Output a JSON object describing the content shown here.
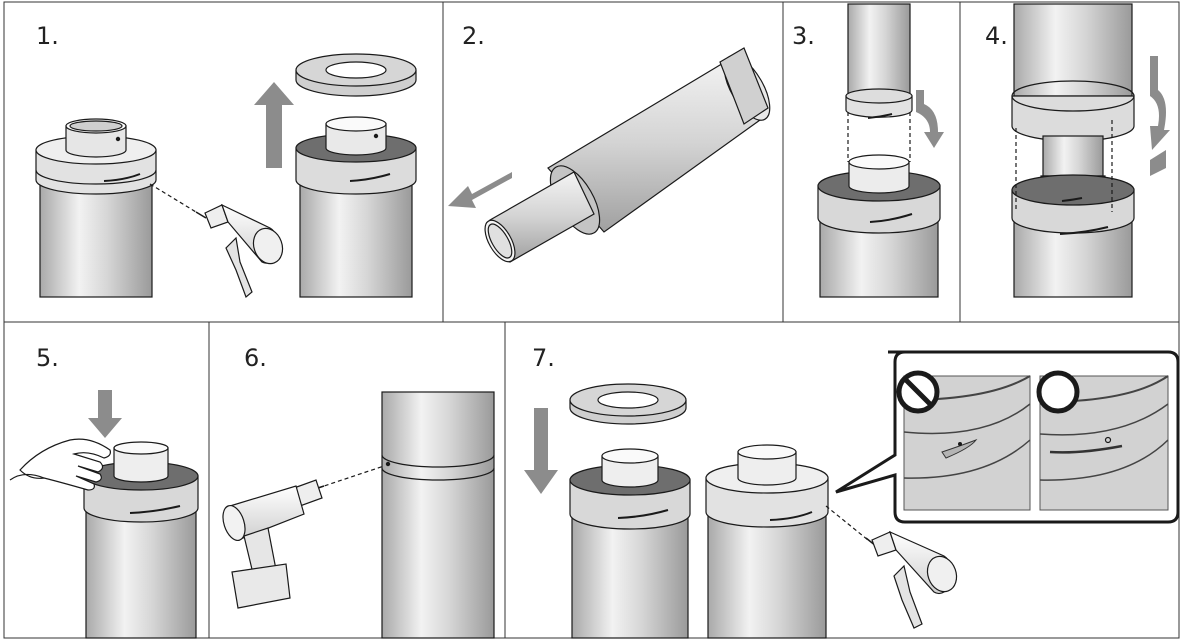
{
  "steps": [
    {
      "number": "1."
    },
    {
      "number": "2."
    },
    {
      "number": "3."
    },
    {
      "number": "4."
    },
    {
      "number": "5."
    },
    {
      "number": "6."
    },
    {
      "number": "7."
    }
  ],
  "callout": {
    "left_symbol": "prohibited-icon",
    "right_symbol": "correct-icon"
  },
  "colors": {
    "line": "#1a1a1a",
    "pipe_fill": "#d9d9d9",
    "dark_gray": "#7a7a7a",
    "arrow_gray": "#8c8c8c"
  }
}
